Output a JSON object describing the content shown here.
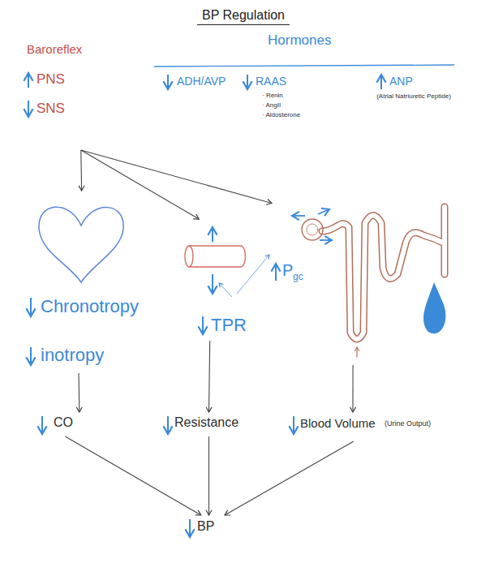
{
  "diagram": {
    "title": "BP Regulation",
    "nodes": [
      {
        "text": [
          "Baroreflex",
          "PNS",
          "SNS"
        ]
      },
      {
        "text": [
          "Hormones",
          "ADH/AVP",
          "RAAS",
          "· Renin",
          "· AngII",
          "· Aldosterone",
          "ANP",
          "(Atrial Natriuretic Peptide)"
        ]
      },
      {
        "text": [
          "Chronotropy",
          "inotropy"
        ]
      },
      {
        "text": [
          "TPR"
        ]
      },
      {
        "text": [
          "P",
          "gc"
        ]
      },
      {
        "text": [
          "CO"
        ]
      },
      {
        "text": [
          "Resistance"
        ]
      },
      {
        "text": [
          "Blood Volume",
          "(Urine Output)"
        ]
      },
      {
        "text": [
          "BP"
        ]
      }
    ],
    "edges": [
      {
        "from": 0,
        "to": 2,
        "arrow": "to"
      },
      {
        "from": 0,
        "to": 3,
        "arrow": "to"
      },
      {
        "from": 0,
        "to": 4,
        "arrow": "to"
      },
      {
        "from": 2,
        "to": 5,
        "arrow": "to"
      },
      {
        "from": 3,
        "to": 6,
        "arrow": "to"
      },
      {
        "from": 4,
        "to": 7,
        "arrow": "to"
      },
      {
        "from": 5,
        "to": 8,
        "arrow": "to"
      },
      {
        "from": 6,
        "to": 8,
        "arrow": "to"
      },
      {
        "from": 7,
        "to": 8,
        "arrow": "to"
      }
    ]
  }
}
